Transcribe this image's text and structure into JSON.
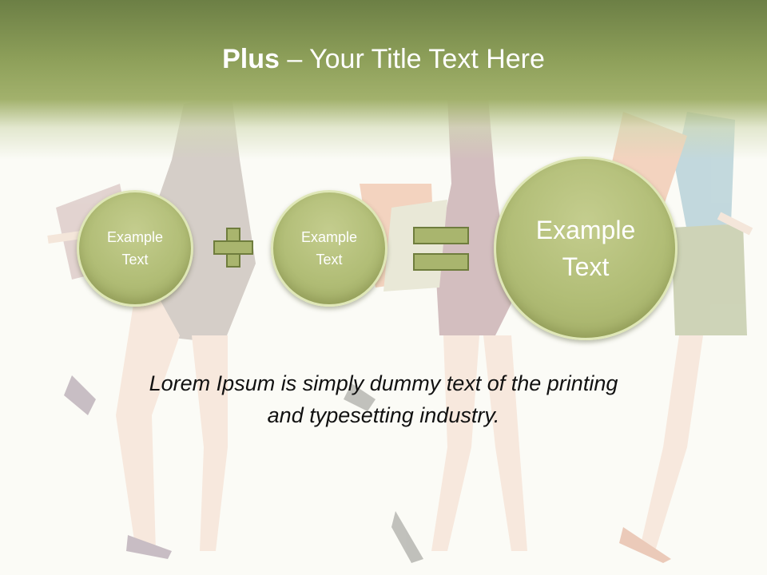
{
  "title": {
    "bold": "Plus",
    "rest": " – Your Title Text Here"
  },
  "circles": [
    {
      "line1": "Example",
      "line2": "Text"
    },
    {
      "line1": "Example",
      "line2": "Text"
    },
    {
      "line1": "Example",
      "line2": "Text"
    }
  ],
  "operators": {
    "first": "plus-icon",
    "second": "equals-icon"
  },
  "body": {
    "line1": "Lorem Ipsum is simply dummy text of the printing",
    "line2": "and typesetting industry."
  },
  "colors": {
    "header": "#7d8f4c",
    "circle": "#b1bd76",
    "operator": "#a9b56e"
  }
}
